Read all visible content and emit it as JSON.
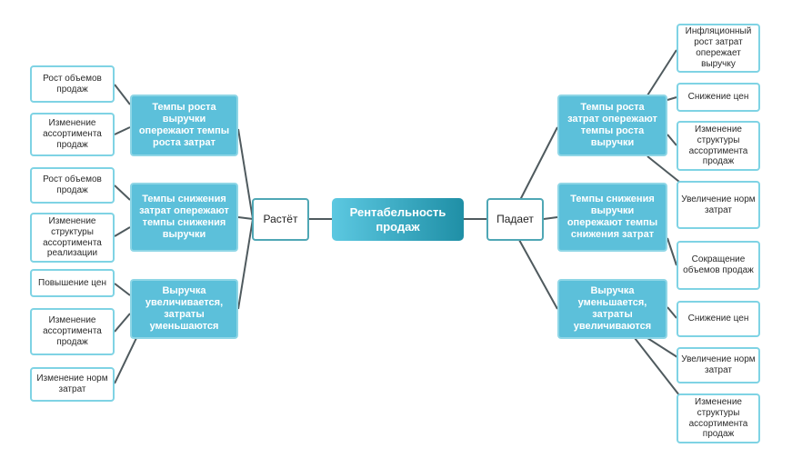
{
  "root": "Рентабельность продаж",
  "left": {
    "label": "Растёт",
    "groups": [
      {
        "label": "Темпы роста выручки опережают темпы роста затрат",
        "items": [
          "Рост объемов продаж",
          "Изменение ассортимента продаж"
        ]
      },
      {
        "label": "Темпы снижения затрат опережают темпы снижения выручки",
        "items": [
          "Рост объемов продаж",
          "Изменение структуры ассортимента реализации"
        ]
      },
      {
        "label": "Выручка увеличивается, затраты уменьшаются",
        "items": [
          "Повышение цен",
          "Изменение ассортимента продаж",
          "Изменение норм затрат"
        ]
      }
    ]
  },
  "right": {
    "label": "Падает",
    "groups": [
      {
        "label": "Темпы роста затрат опережают темпы роста выручки",
        "items": [
          "Инфляционный рост затрат опережает выручку",
          "Снижение цен",
          "Изменение структуры ассортимента продаж"
        ]
      },
      {
        "label": "Темпы снижения выручки опережают темпы снижения затрат",
        "items": [
          "Увеличение норм затрат",
          "Сокращение объемов продаж"
        ]
      },
      {
        "label": "Выручка уменьшается, затраты увеличиваются",
        "items": [
          "Снижение цен",
          "Увеличение норм затрат",
          "Изменение структуры ассортимента продаж"
        ]
      }
    ]
  }
}
